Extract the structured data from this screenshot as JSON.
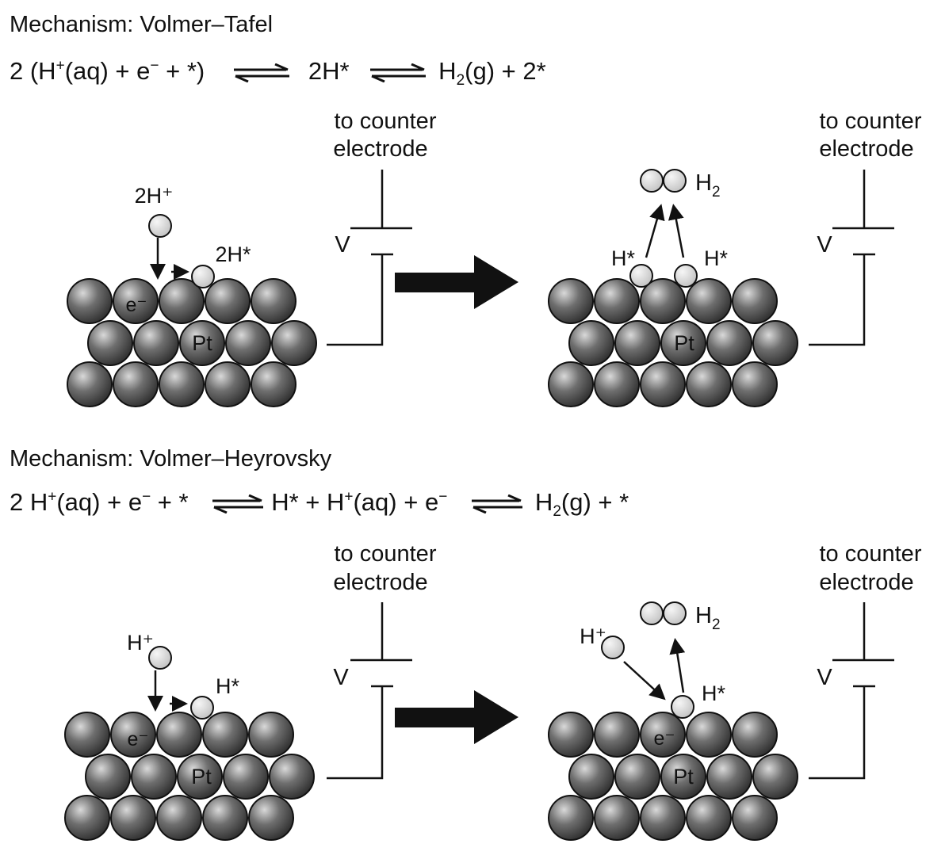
{
  "colors": {
    "atom_dark": "#3a3a3a",
    "atom_light": "#c8c8c8",
    "stroke": "#111111"
  },
  "tafel": {
    "title": "Mechanism: Volmer–Tafel",
    "equation": {
      "reactant_coef": "2 (H",
      "reactant_sup": "+",
      "reactant_rest": "(aq) + e",
      "electron_sup": "−",
      "reactant_end": " + *)",
      "intermediate": "2H*",
      "product_pre": "H",
      "product_sub": "2",
      "product_rest": "(g) + 2*"
    },
    "left": {
      "proton_label": "2H⁺",
      "adsorbed_label": "2H*",
      "electron_label": "e⁻",
      "metal_label": "Pt",
      "counter_label_line1": "to counter",
      "counter_label_line2": "electrode",
      "voltage_label": "V"
    },
    "right": {
      "h2_label": "H₂",
      "hstar_left": "H*",
      "hstar_right": "H*",
      "metal_label": "Pt",
      "counter_label_line1": "to counter",
      "counter_label_line2": "electrode",
      "voltage_label": "V"
    }
  },
  "heyrovsky": {
    "title": "Mechanism: Volmer–Heyrovsky",
    "equation": {
      "part1": "2 H",
      "part1_sup": "+",
      "part1_rest": "(aq) + e",
      "part1_esup": "−",
      "part1_end": " + *",
      "part2": "H* + H",
      "part2_sup": "+",
      "part2_rest": "(aq) + e",
      "part2_esup": "−",
      "part3_pre": "H",
      "part3_sub": "2",
      "part3_rest": "(g) + *"
    },
    "left": {
      "proton_label": "H⁺",
      "adsorbed_label": "H*",
      "electron_label": "e⁻",
      "metal_label": "Pt",
      "counter_label_line1": "to counter",
      "counter_label_line2": "electrode",
      "voltage_label": "V"
    },
    "right": {
      "proton_label": "H⁺",
      "h2_label": "H₂",
      "hstar_label": "H*",
      "electron_label": "e⁻",
      "metal_label": "Pt",
      "counter_label_line1": "to counter",
      "counter_label_line2": "electrode",
      "voltage_label": "V"
    }
  }
}
